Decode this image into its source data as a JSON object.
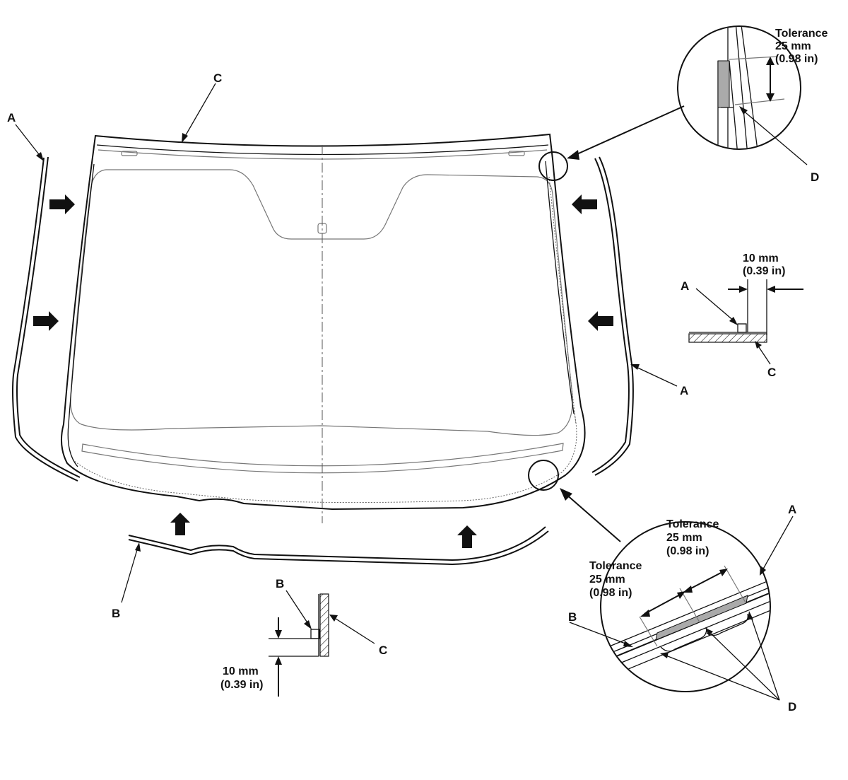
{
  "labels": {
    "molding_side": "A",
    "molding_lower": "B",
    "windshield": "C",
    "marks": "D"
  },
  "dimensions": {
    "tolerance_title": "Tolerance",
    "tolerance_mm": "25 mm",
    "tolerance_in": "(0.98 in)",
    "offset_mm": "10 mm",
    "offset_in": "(0.39 in)"
  }
}
